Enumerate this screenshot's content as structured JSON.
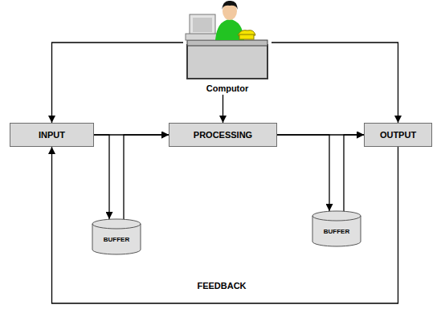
{
  "diagram": {
    "nodes": [
      {
        "text": [
          "Computor"
        ]
      },
      {
        "text": [
          "INPUT"
        ]
      },
      {
        "text": [
          "PROCESSING"
        ]
      },
      {
        "text": [
          "OUTPUT"
        ]
      },
      {
        "text": [
          "BUFFER"
        ]
      },
      {
        "text": [
          "BUFFER"
        ]
      }
    ],
    "edges": [
      {
        "from": 0,
        "to": 1,
        "arrow": "to"
      },
      {
        "from": 0,
        "to": 2,
        "arrow": "to"
      },
      {
        "from": 0,
        "to": 3,
        "arrow": "to"
      },
      {
        "from": 1,
        "to": 2,
        "arrow": "to"
      },
      {
        "from": 2,
        "to": 3,
        "arrow": "to"
      },
      {
        "from": 1,
        "to": 4,
        "arrow": "to"
      },
      {
        "from": 4,
        "to": 2,
        "arrow": "to"
      },
      {
        "from": 2,
        "to": 5,
        "arrow": "to"
      },
      {
        "from": 5,
        "to": 3,
        "arrow": "to"
      },
      {
        "from": 3,
        "to": 1,
        "label": "FEEDBACK",
        "arrow": "to"
      }
    ]
  }
}
